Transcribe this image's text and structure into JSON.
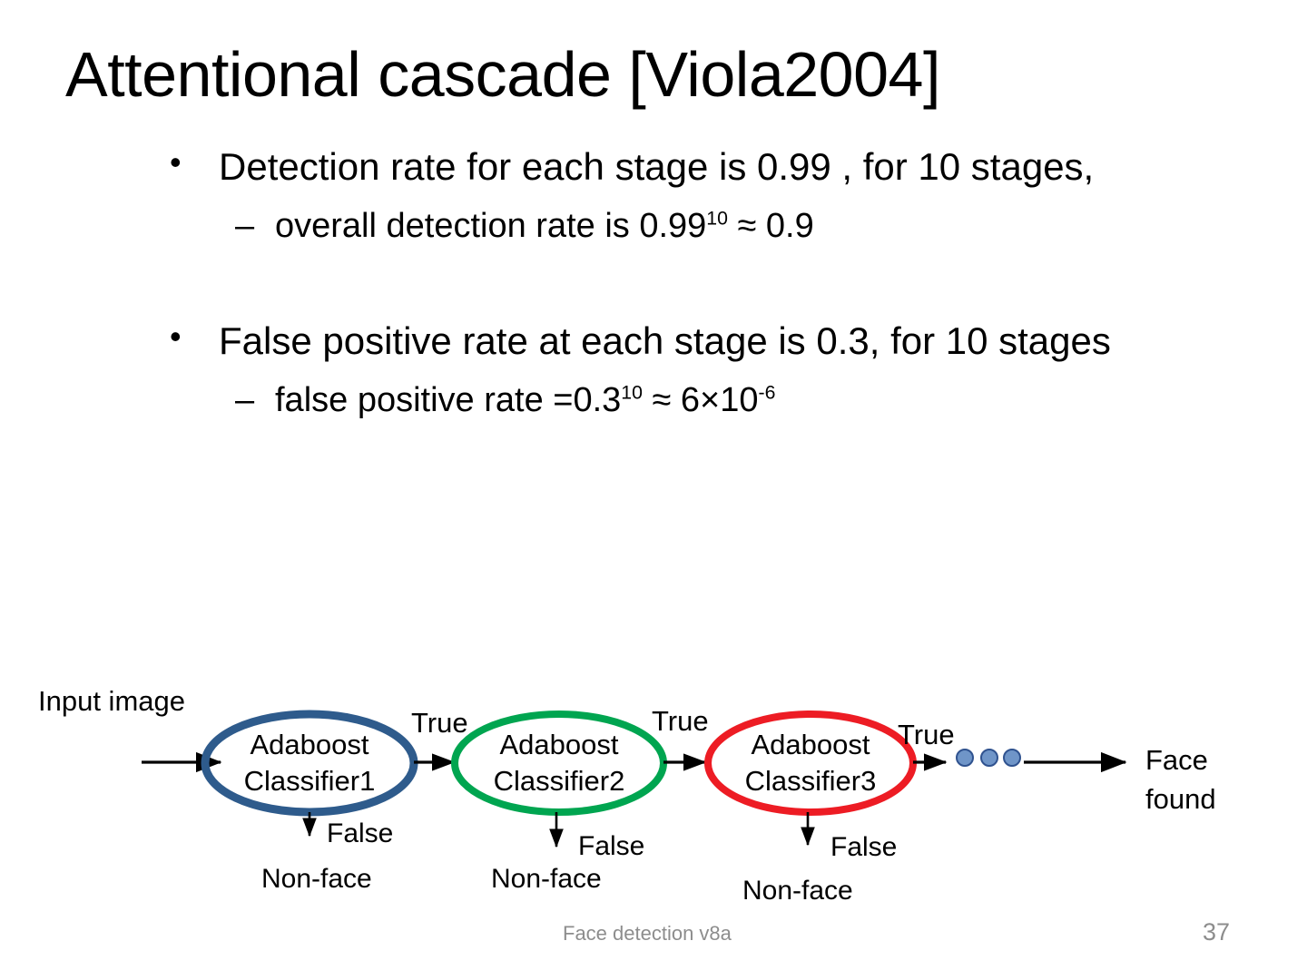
{
  "slide": {
    "title": "Attentional cascade [Viola2004]",
    "bullets": [
      {
        "level": 1,
        "marker": "•",
        "text": "Detection  rate for each stage is 0.99 , for 10 stages,"
      },
      {
        "level": 2,
        "marker": "–",
        "text_before": "overall detection rate is 0.99",
        "exponent": "10",
        "text_after": " ≈ 0.9"
      },
      {
        "level": 1,
        "marker": "•",
        "text": "False positive rate at each stage is 0.3, for 10 stages"
      },
      {
        "level": 2,
        "marker": "–",
        "text_before": "false positive rate =0.3",
        "exponent": "10",
        "text_mid": " ≈ 6×10",
        "exponent2": "-6"
      }
    ]
  },
  "diagram": {
    "input_label": "Input image",
    "stages": [
      {
        "line1": "Adaboost",
        "line2": "Classifier1",
        "color": "#2E5B8C",
        "true_label": "True",
        "false_label": "False",
        "reject_label": "Non-face"
      },
      {
        "line1": "Adaboost",
        "line2": "Classifier2",
        "color": "#00A550",
        "true_label": "True",
        "false_label": "False",
        "reject_label": "Non-face"
      },
      {
        "line1": "Adaboost",
        "line2": "Classifier3",
        "color": "#ED1C24",
        "true_label": "True",
        "false_label": "False",
        "reject_label": "Non-face"
      }
    ],
    "ellipsis_dots": 3,
    "dot_fill": "#6F95C8",
    "dot_stroke": "#2F528F",
    "output_line1": "Face",
    "output_line2": "found"
  },
  "footer": {
    "note": "Face detection v8a",
    "page": "37",
    "color": "#8d8d8d"
  }
}
